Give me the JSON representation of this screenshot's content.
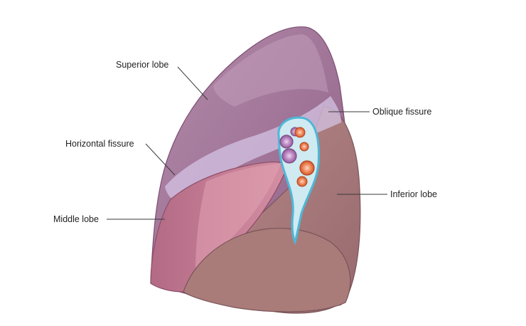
{
  "labels": {
    "superior_lobe": "Superior lobe",
    "horizontal_fissure": "Horizontal fissure",
    "middle_lobe": "Middle lobe",
    "oblique_fissure": "Oblique fissure",
    "inferior_lobe": "Inferior lobe"
  },
  "colors": {
    "superior": "#9a6a8f",
    "middle": "#b46c86",
    "inferior": "#a8787b",
    "fissure_band": "#c9b8d9",
    "hilum_outline": "#6fc6e0",
    "vein": "#b07ab8",
    "artery": "#e4703c"
  },
  "icons": {
    "lung": "lung-illustration"
  }
}
